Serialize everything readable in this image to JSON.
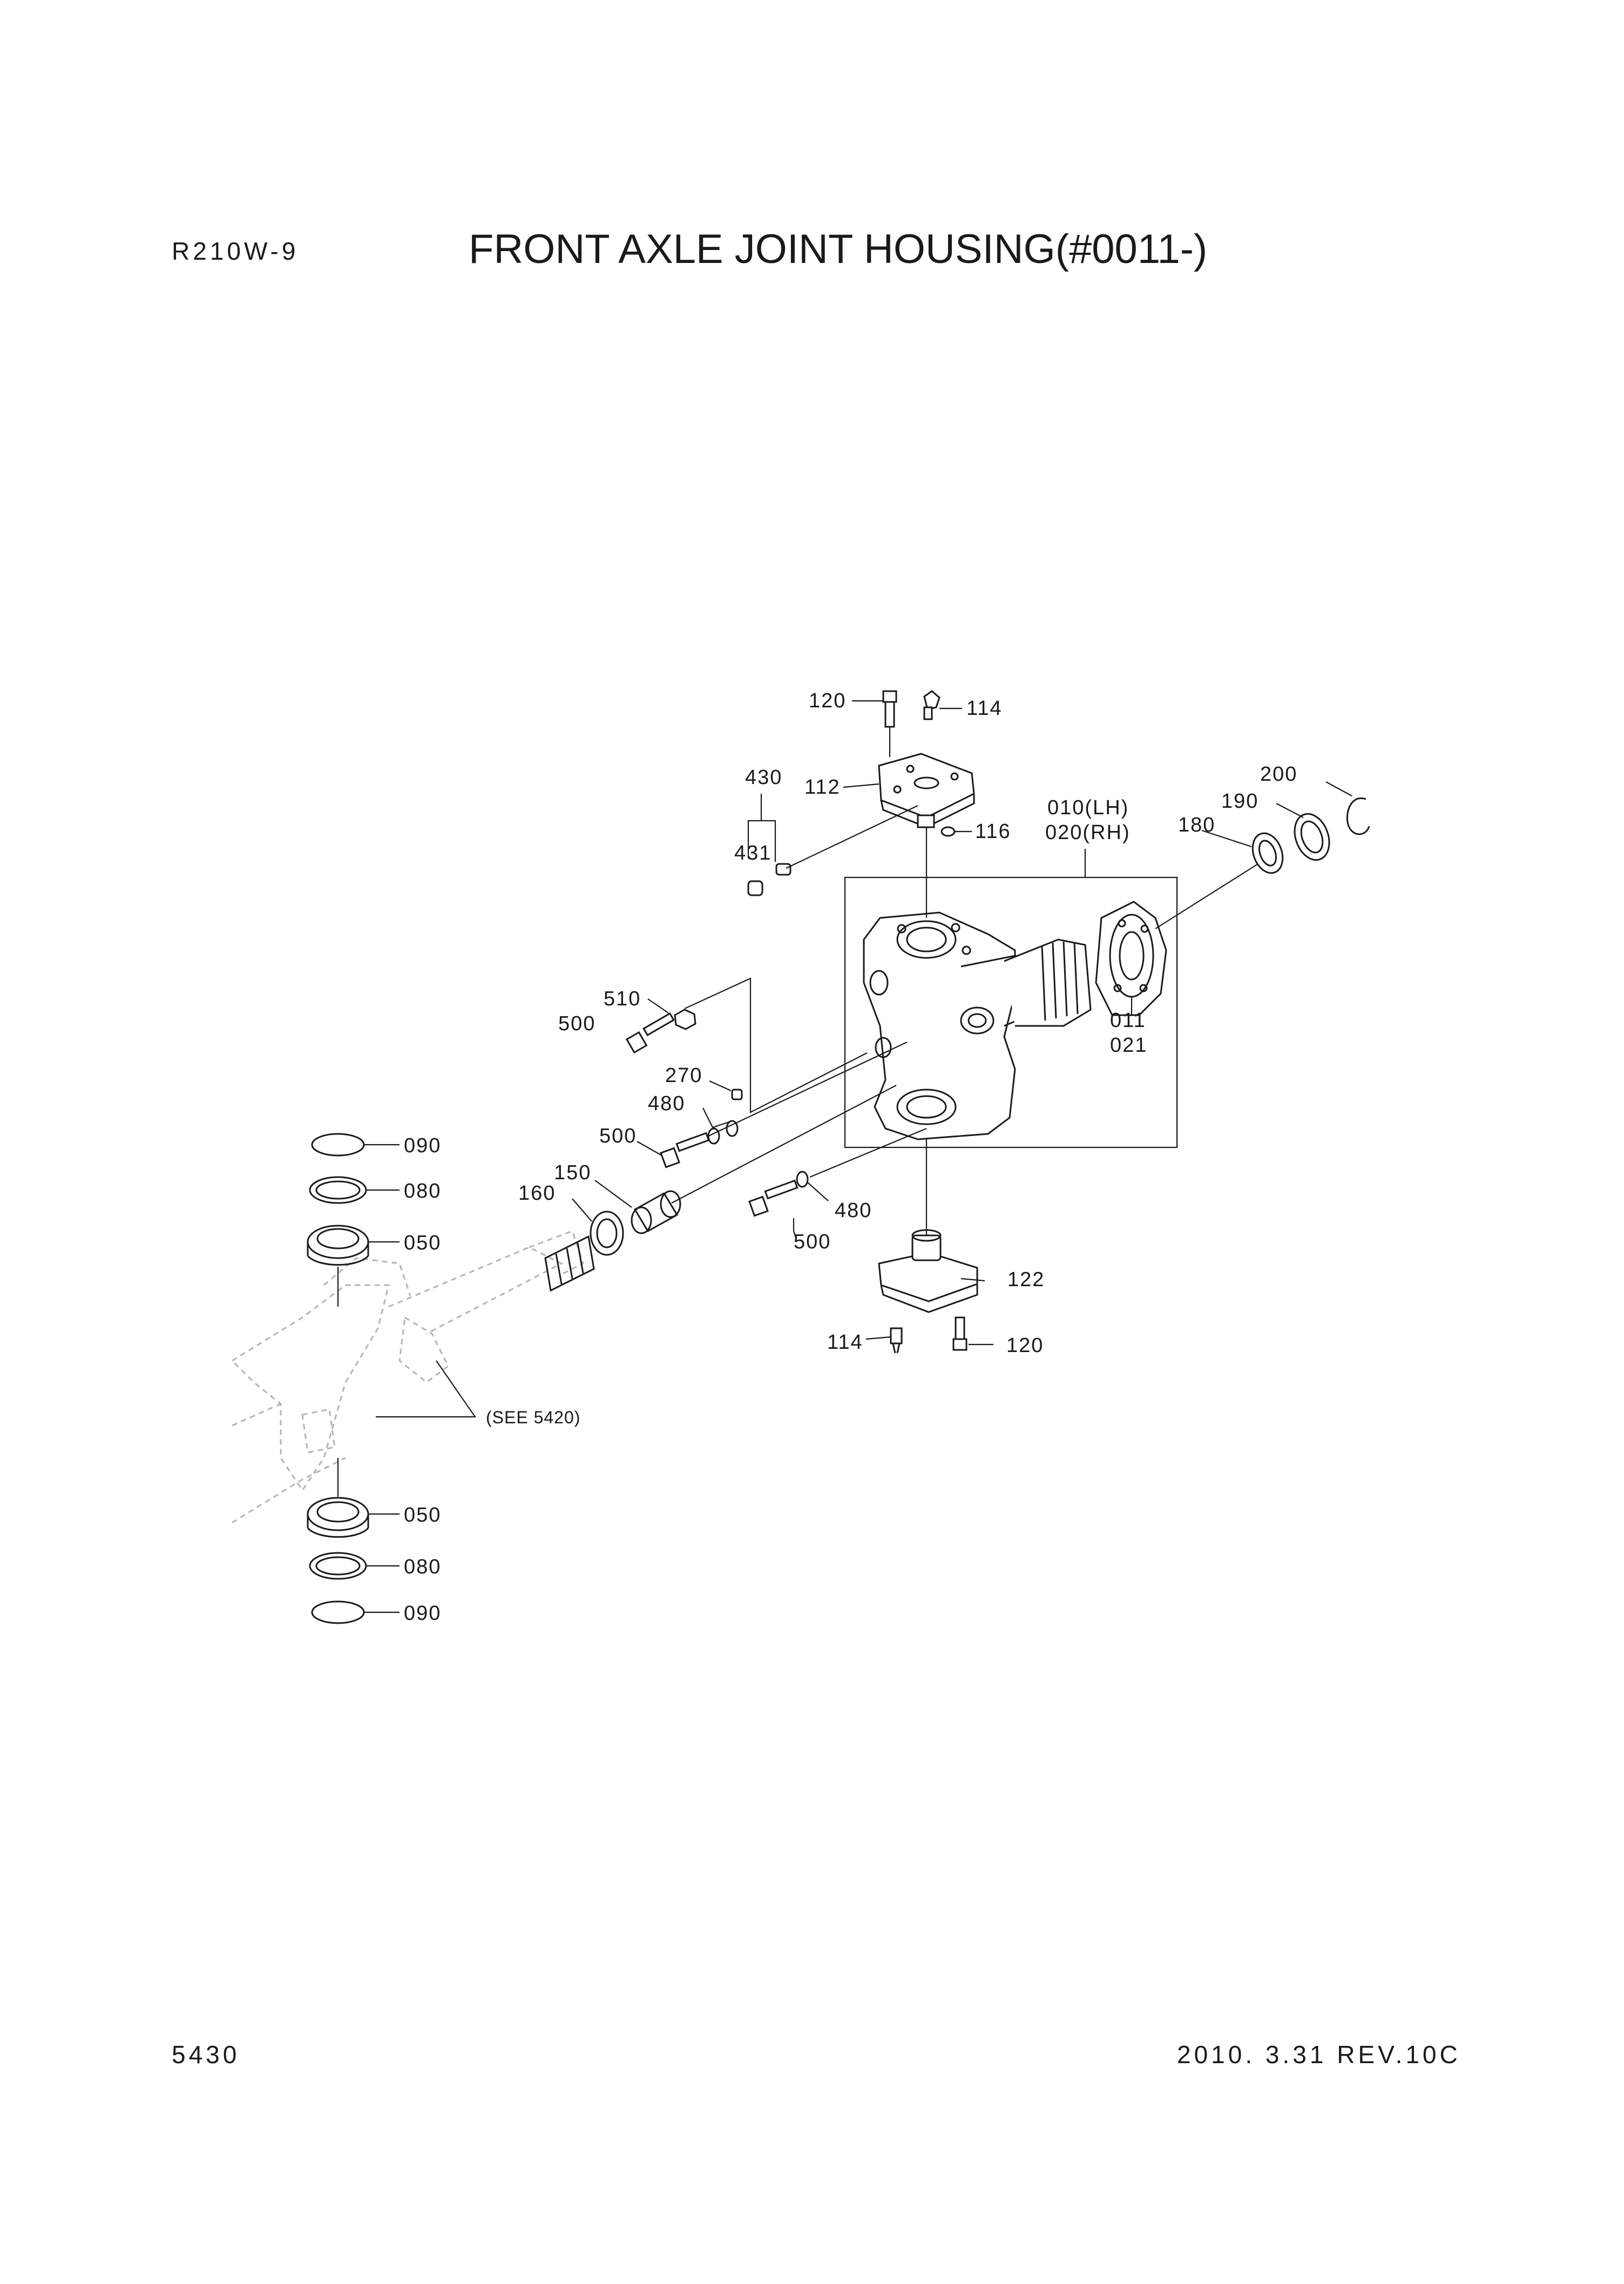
{
  "header": {
    "model": "R210W-9",
    "title": "FRONT AXLE JOINT HOUSING(#0011-)"
  },
  "footer": {
    "page_number": "5430",
    "revision": "2010. 3.31  REV.10C"
  },
  "diagram": {
    "callouts": {
      "c120_top": "120",
      "c114_top": "114",
      "c112": "112",
      "c430": "430",
      "c431": "431",
      "c116": "116",
      "c010": "010(LH)",
      "c020": "020(RH)",
      "c200": "200",
      "c190": "190",
      "c180": "180",
      "c011": "011",
      "c021": "021",
      "c510": "510",
      "c500_a": "500",
      "c270": "270",
      "c480_a": "480",
      "c500_b": "500",
      "c150": "150",
      "c160": "160",
      "c480_b": "480",
      "c500_c": "500",
      "c122": "122",
      "c114_bot": "114",
      "c120_bot": "120",
      "c090_top": "090",
      "c080_top": "080",
      "c050_top": "050",
      "c050_bot": "050",
      "c080_bot": "080",
      "c090_bot": "090",
      "see_ref": "(SEE 5420)"
    }
  }
}
